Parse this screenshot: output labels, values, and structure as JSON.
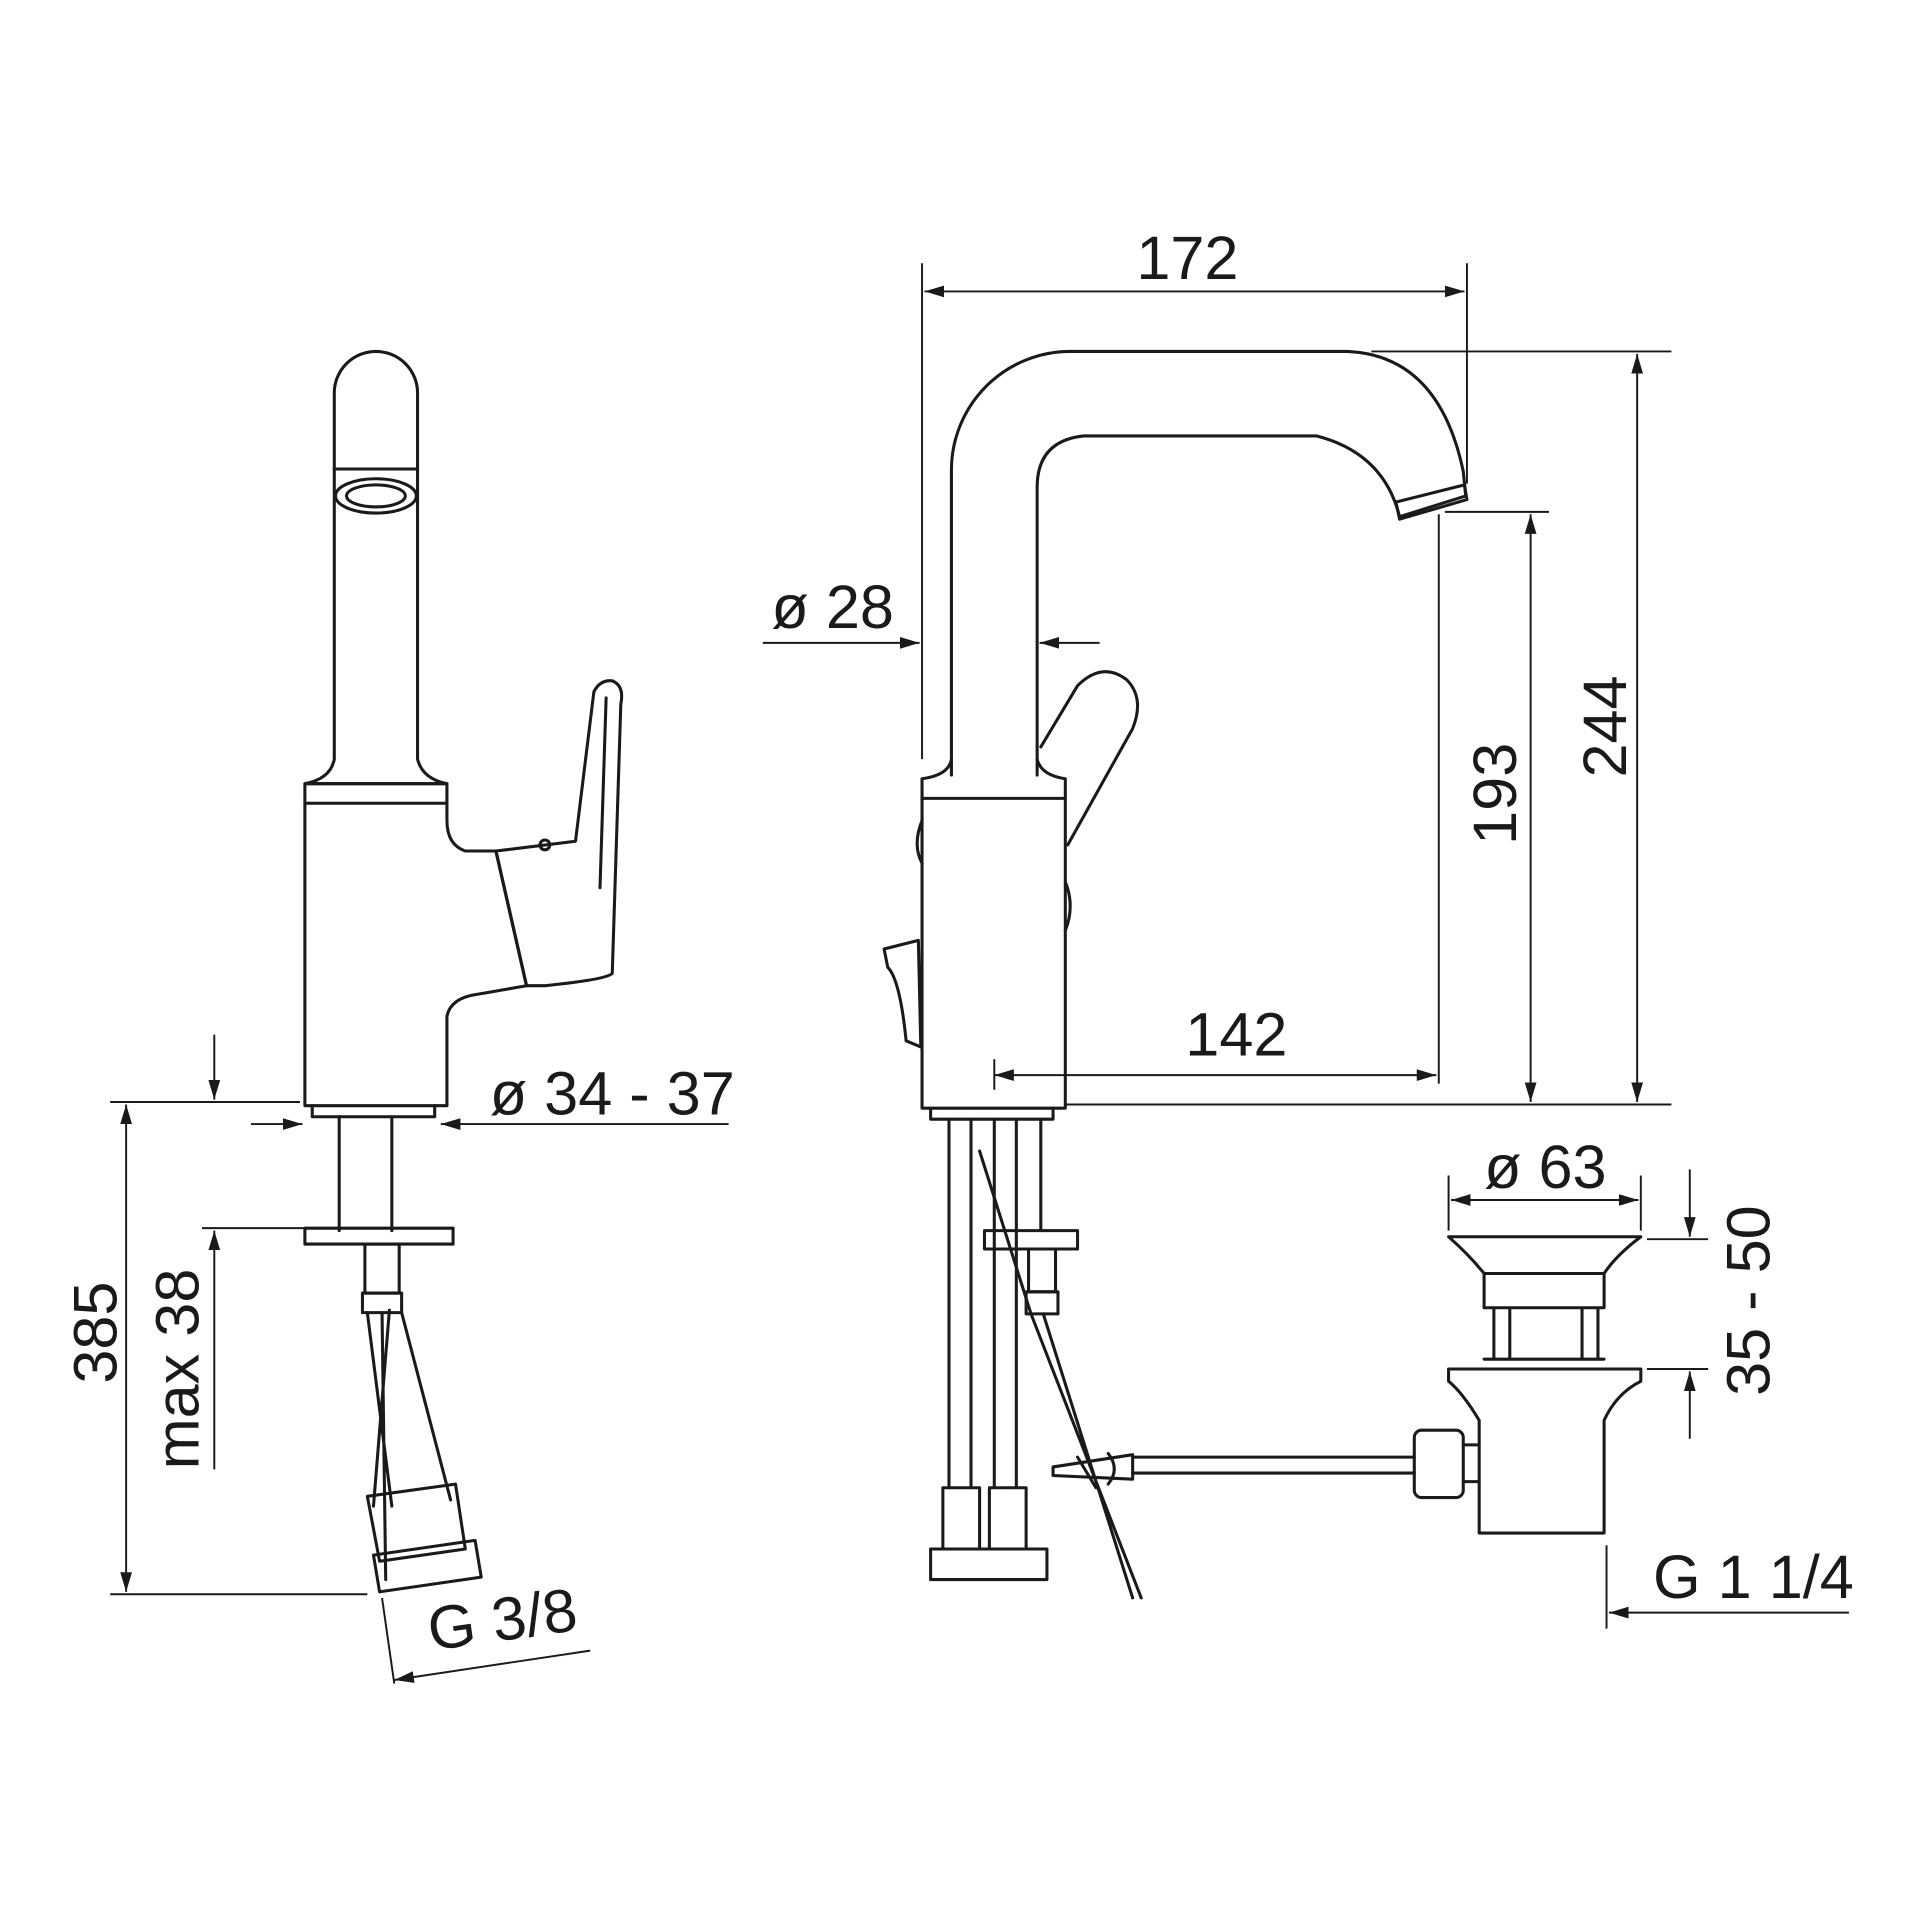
{
  "dimensions": {
    "width_total": "172",
    "spout_diameter": "ø 28",
    "height_total": "244",
    "spout_height": "193",
    "spout_reach": "142",
    "hole_diameter": "ø 34 - 37",
    "hose_length": "385",
    "max_thickness": "max 38",
    "hose_connection": "G 3/8",
    "drain_diameter": "ø 63",
    "drain_range": "35 - 50",
    "drain_connection": "G 1 1/4"
  }
}
